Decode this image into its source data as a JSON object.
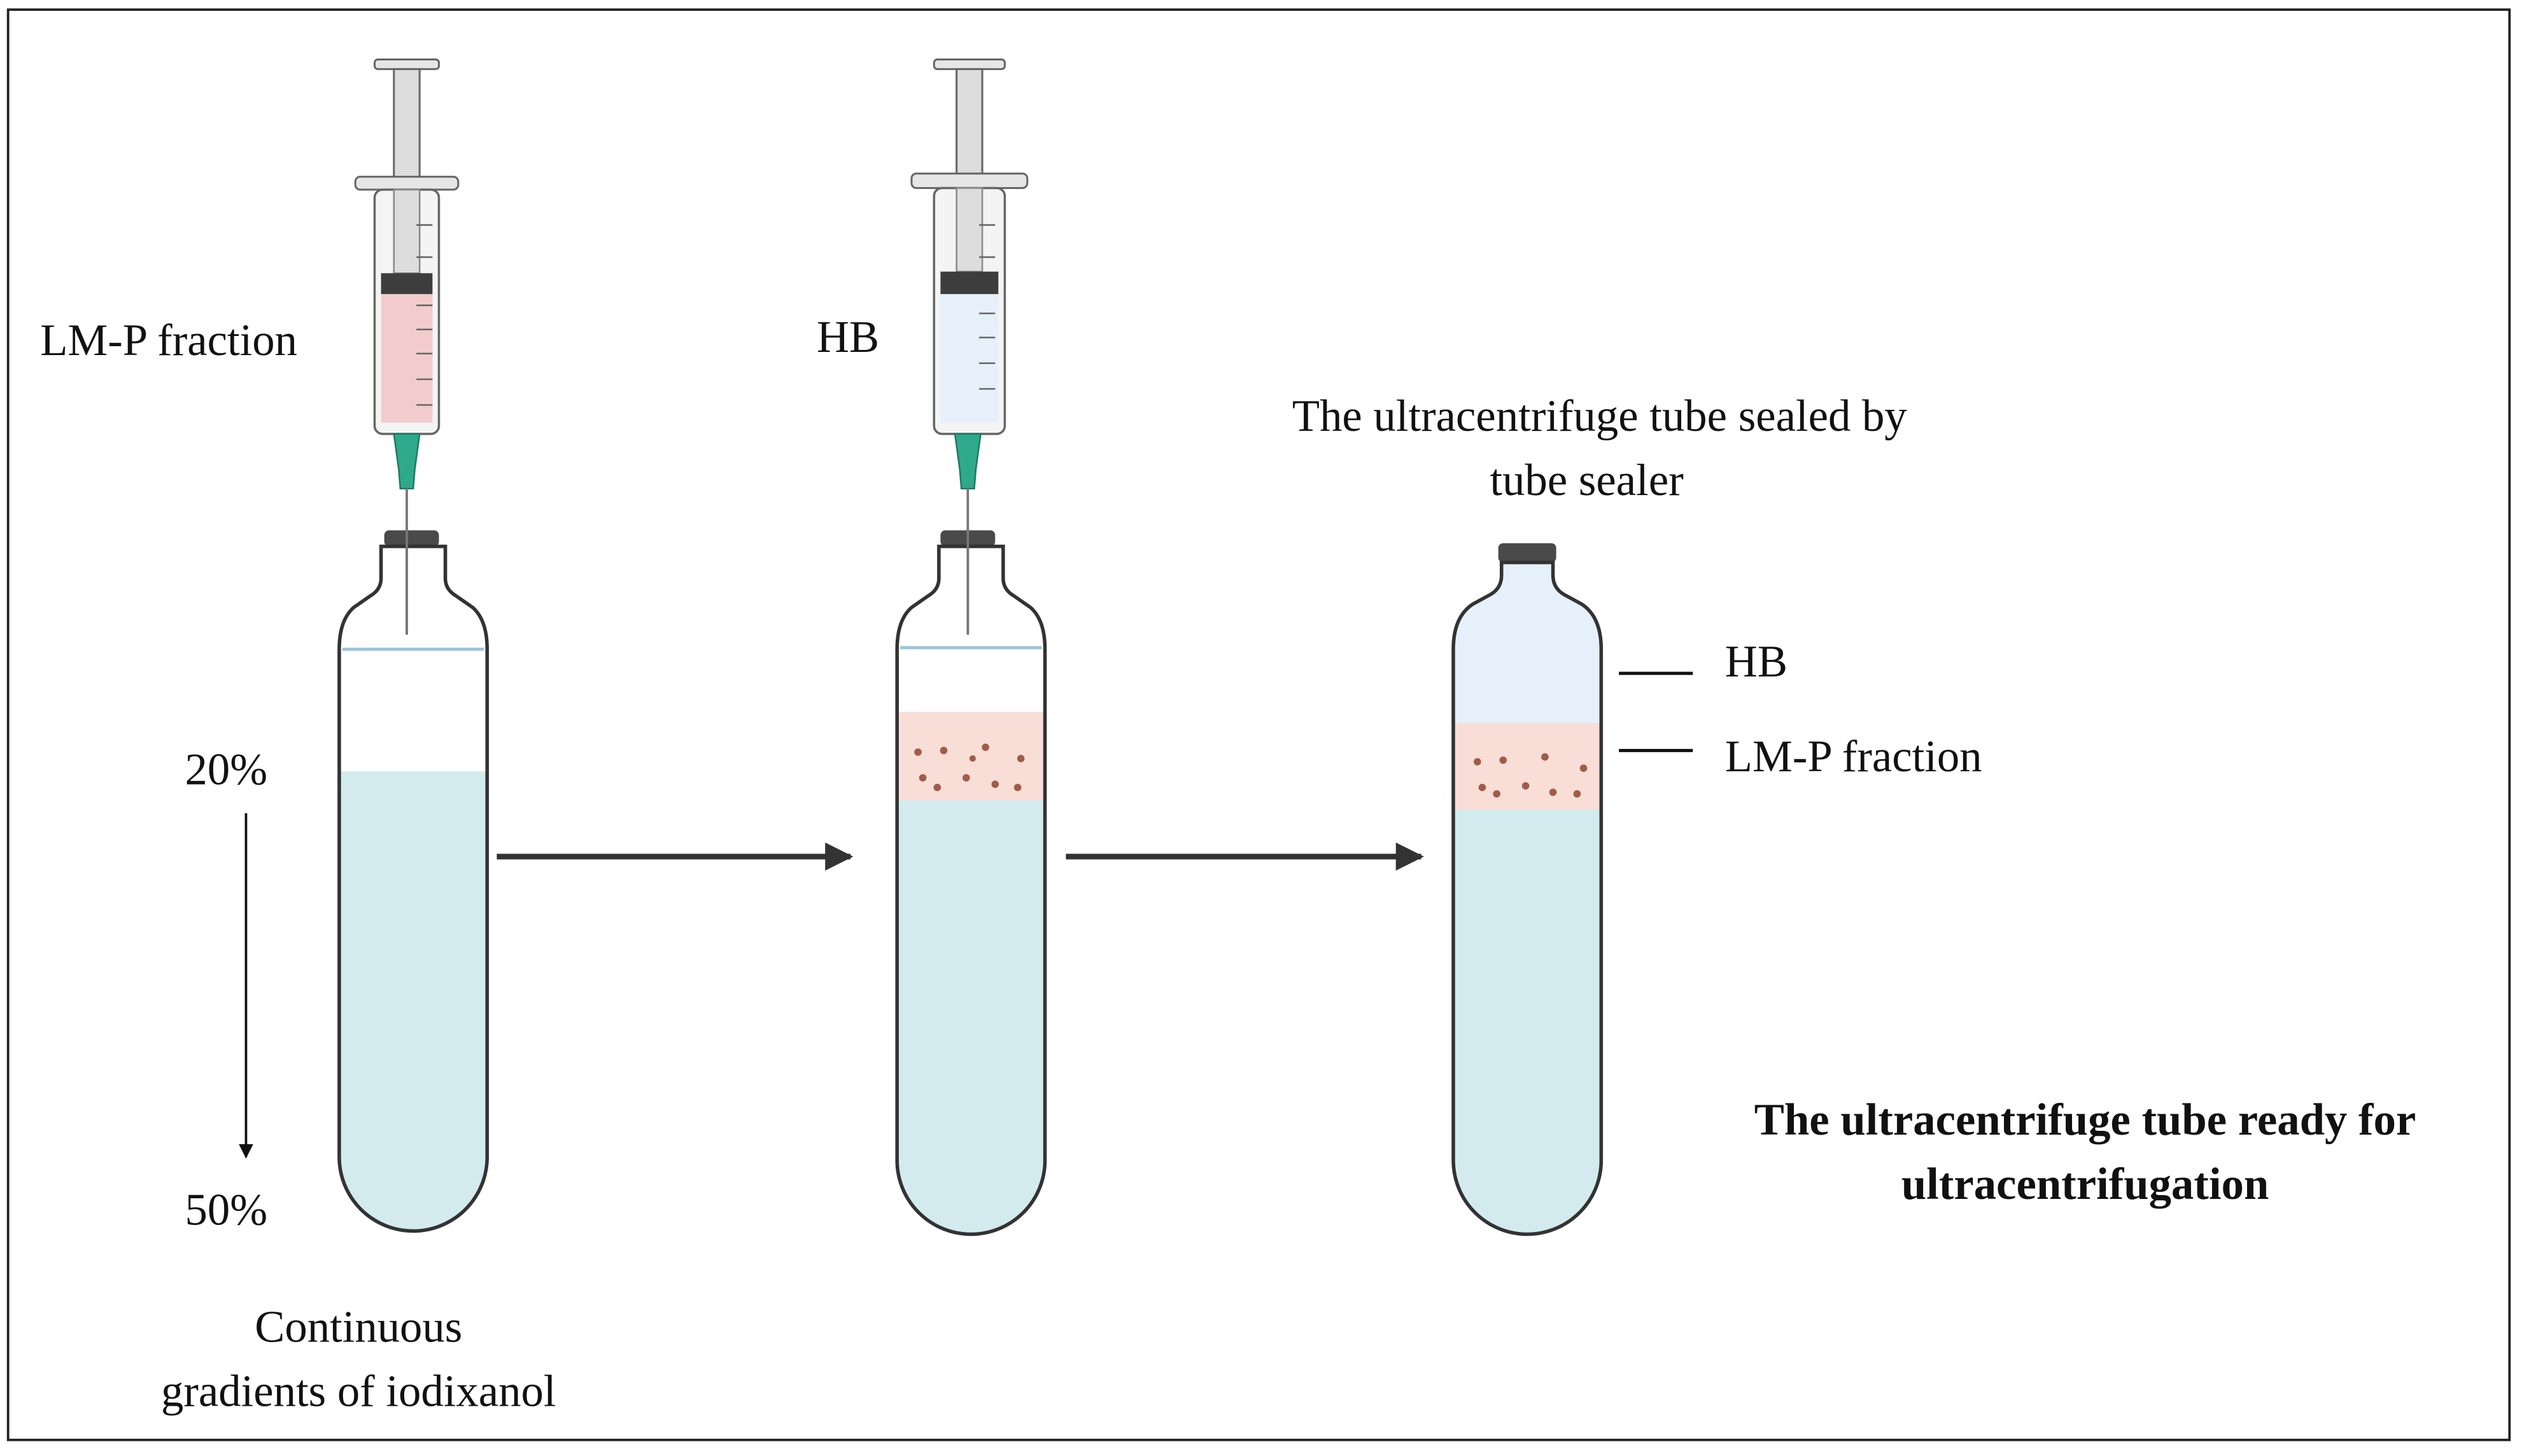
{
  "labels": {
    "syringe1": "LM-P fraction",
    "syringe2": "HB",
    "sealed_line1": "The ultracentrifuge tube sealed by",
    "sealed_line2": "tube sealer",
    "grad_top": "20%",
    "grad_bottom": "50%",
    "caption_line1": "Continuous",
    "caption_line2": "gradients of iodixanol",
    "layer_hb": "HB",
    "layer_lmp": "LM-P fraction",
    "ready_line1": "The ultracentrifuge tube ready for",
    "ready_line2": "ultracentrifugation"
  },
  "colors": {
    "gradient": "#d3ebef",
    "lmp_layer": "#f9ddd7",
    "hb_layer": "#e6f0fa",
    "dots": "#a05c48",
    "outline": "#333333",
    "needle_hub": "#2fa98c",
    "cap": "#4a4a4a"
  }
}
